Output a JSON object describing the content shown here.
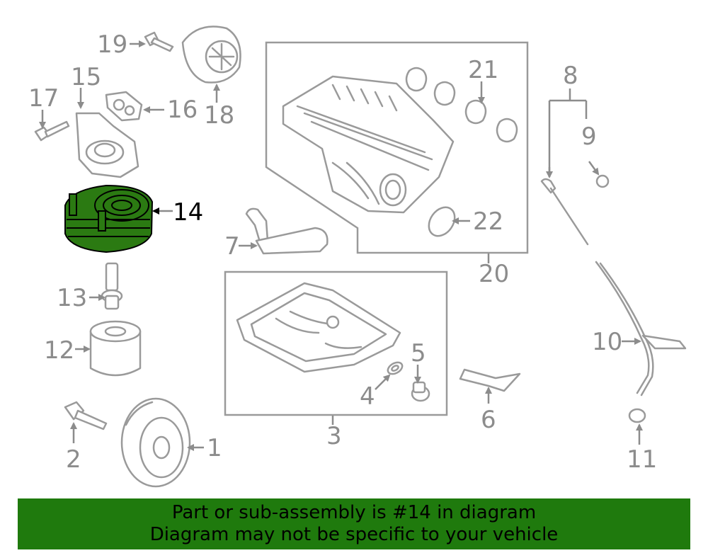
{
  "diagram": {
    "highlight_part": "14",
    "highlight_color": "#2b7a12",
    "callouts": [
      "1",
      "2",
      "3",
      "4",
      "5",
      "6",
      "7",
      "8",
      "9",
      "10",
      "11",
      "12",
      "13",
      "14",
      "15",
      "16",
      "17",
      "18",
      "19",
      "20",
      "21",
      "22"
    ]
  },
  "banner": {
    "line1": "Part or sub-assembly is #14 in diagram",
    "line2": "Diagram may not be specific to your vehicle",
    "background": "#1f7a0d"
  }
}
